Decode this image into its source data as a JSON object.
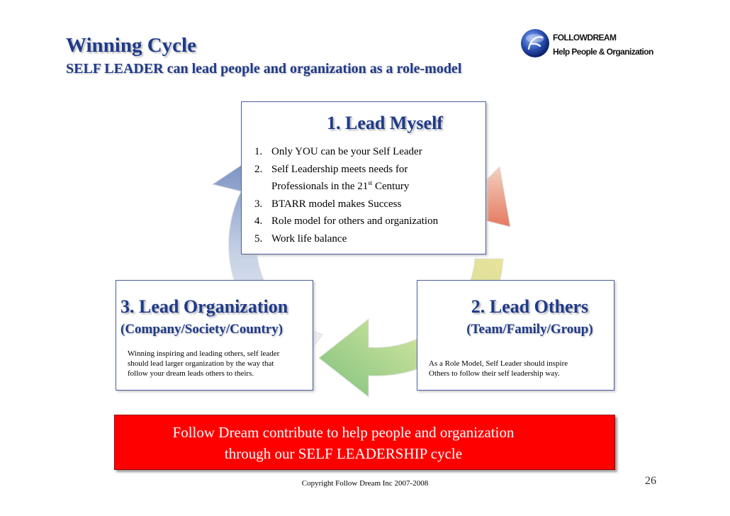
{
  "slide": {
    "title": "Winning Cycle",
    "subtitle": "SELF LEADER can lead people and organization as a role-model"
  },
  "brand": {
    "name": "FOLLOWDREAM",
    "tagline": "Help People & Organization",
    "icon": "followdream-logo-icon"
  },
  "box1": {
    "title": "1. Lead Myself",
    "points": [
      {
        "num": "1.",
        "text": "Only YOU can be your Self Leader"
      },
      {
        "num": "2.",
        "text": "Self Leadership meets needs for"
      },
      {
        "num": "",
        "text_pre": "Professionals in the 21",
        "text_sup": "st",
        "text_post": " Century"
      },
      {
        "num": "3.",
        "text": "BTARR model makes Success"
      },
      {
        "num": "4.",
        "text": "Role model for others and organization"
      },
      {
        "num": "5.",
        "text": "Work life balance"
      }
    ]
  },
  "box3": {
    "title": "3. Lead Organization",
    "subtitle": "(Company/Society/Country)",
    "lines": [
      "Winning inspiring and leading others, self leader",
      "should lead larger organization by the way that",
      "follow your dream leads others to theirs."
    ]
  },
  "box2": {
    "title": "2. Lead Others",
    "subtitle": "(Team/Family/Group)",
    "lines": [
      "As a Role Model, Self Leader should inspire",
      "Others to follow their self leadership way."
    ]
  },
  "banner": {
    "line1": "Follow Dream contribute to help people and organization",
    "line2": "through our SELF LEADERSHIP cycle"
  },
  "footer": {
    "copyright": "Copyright Follow Dream Inc 2007-2008",
    "page_number": "26"
  },
  "colors": {
    "title_blue": "#1f3a8a",
    "banner_red": "#ff0000",
    "arrow_orange": "#e8876a",
    "arrow_green": "#8cc88a",
    "arrow_blue": "#7f96c4"
  }
}
